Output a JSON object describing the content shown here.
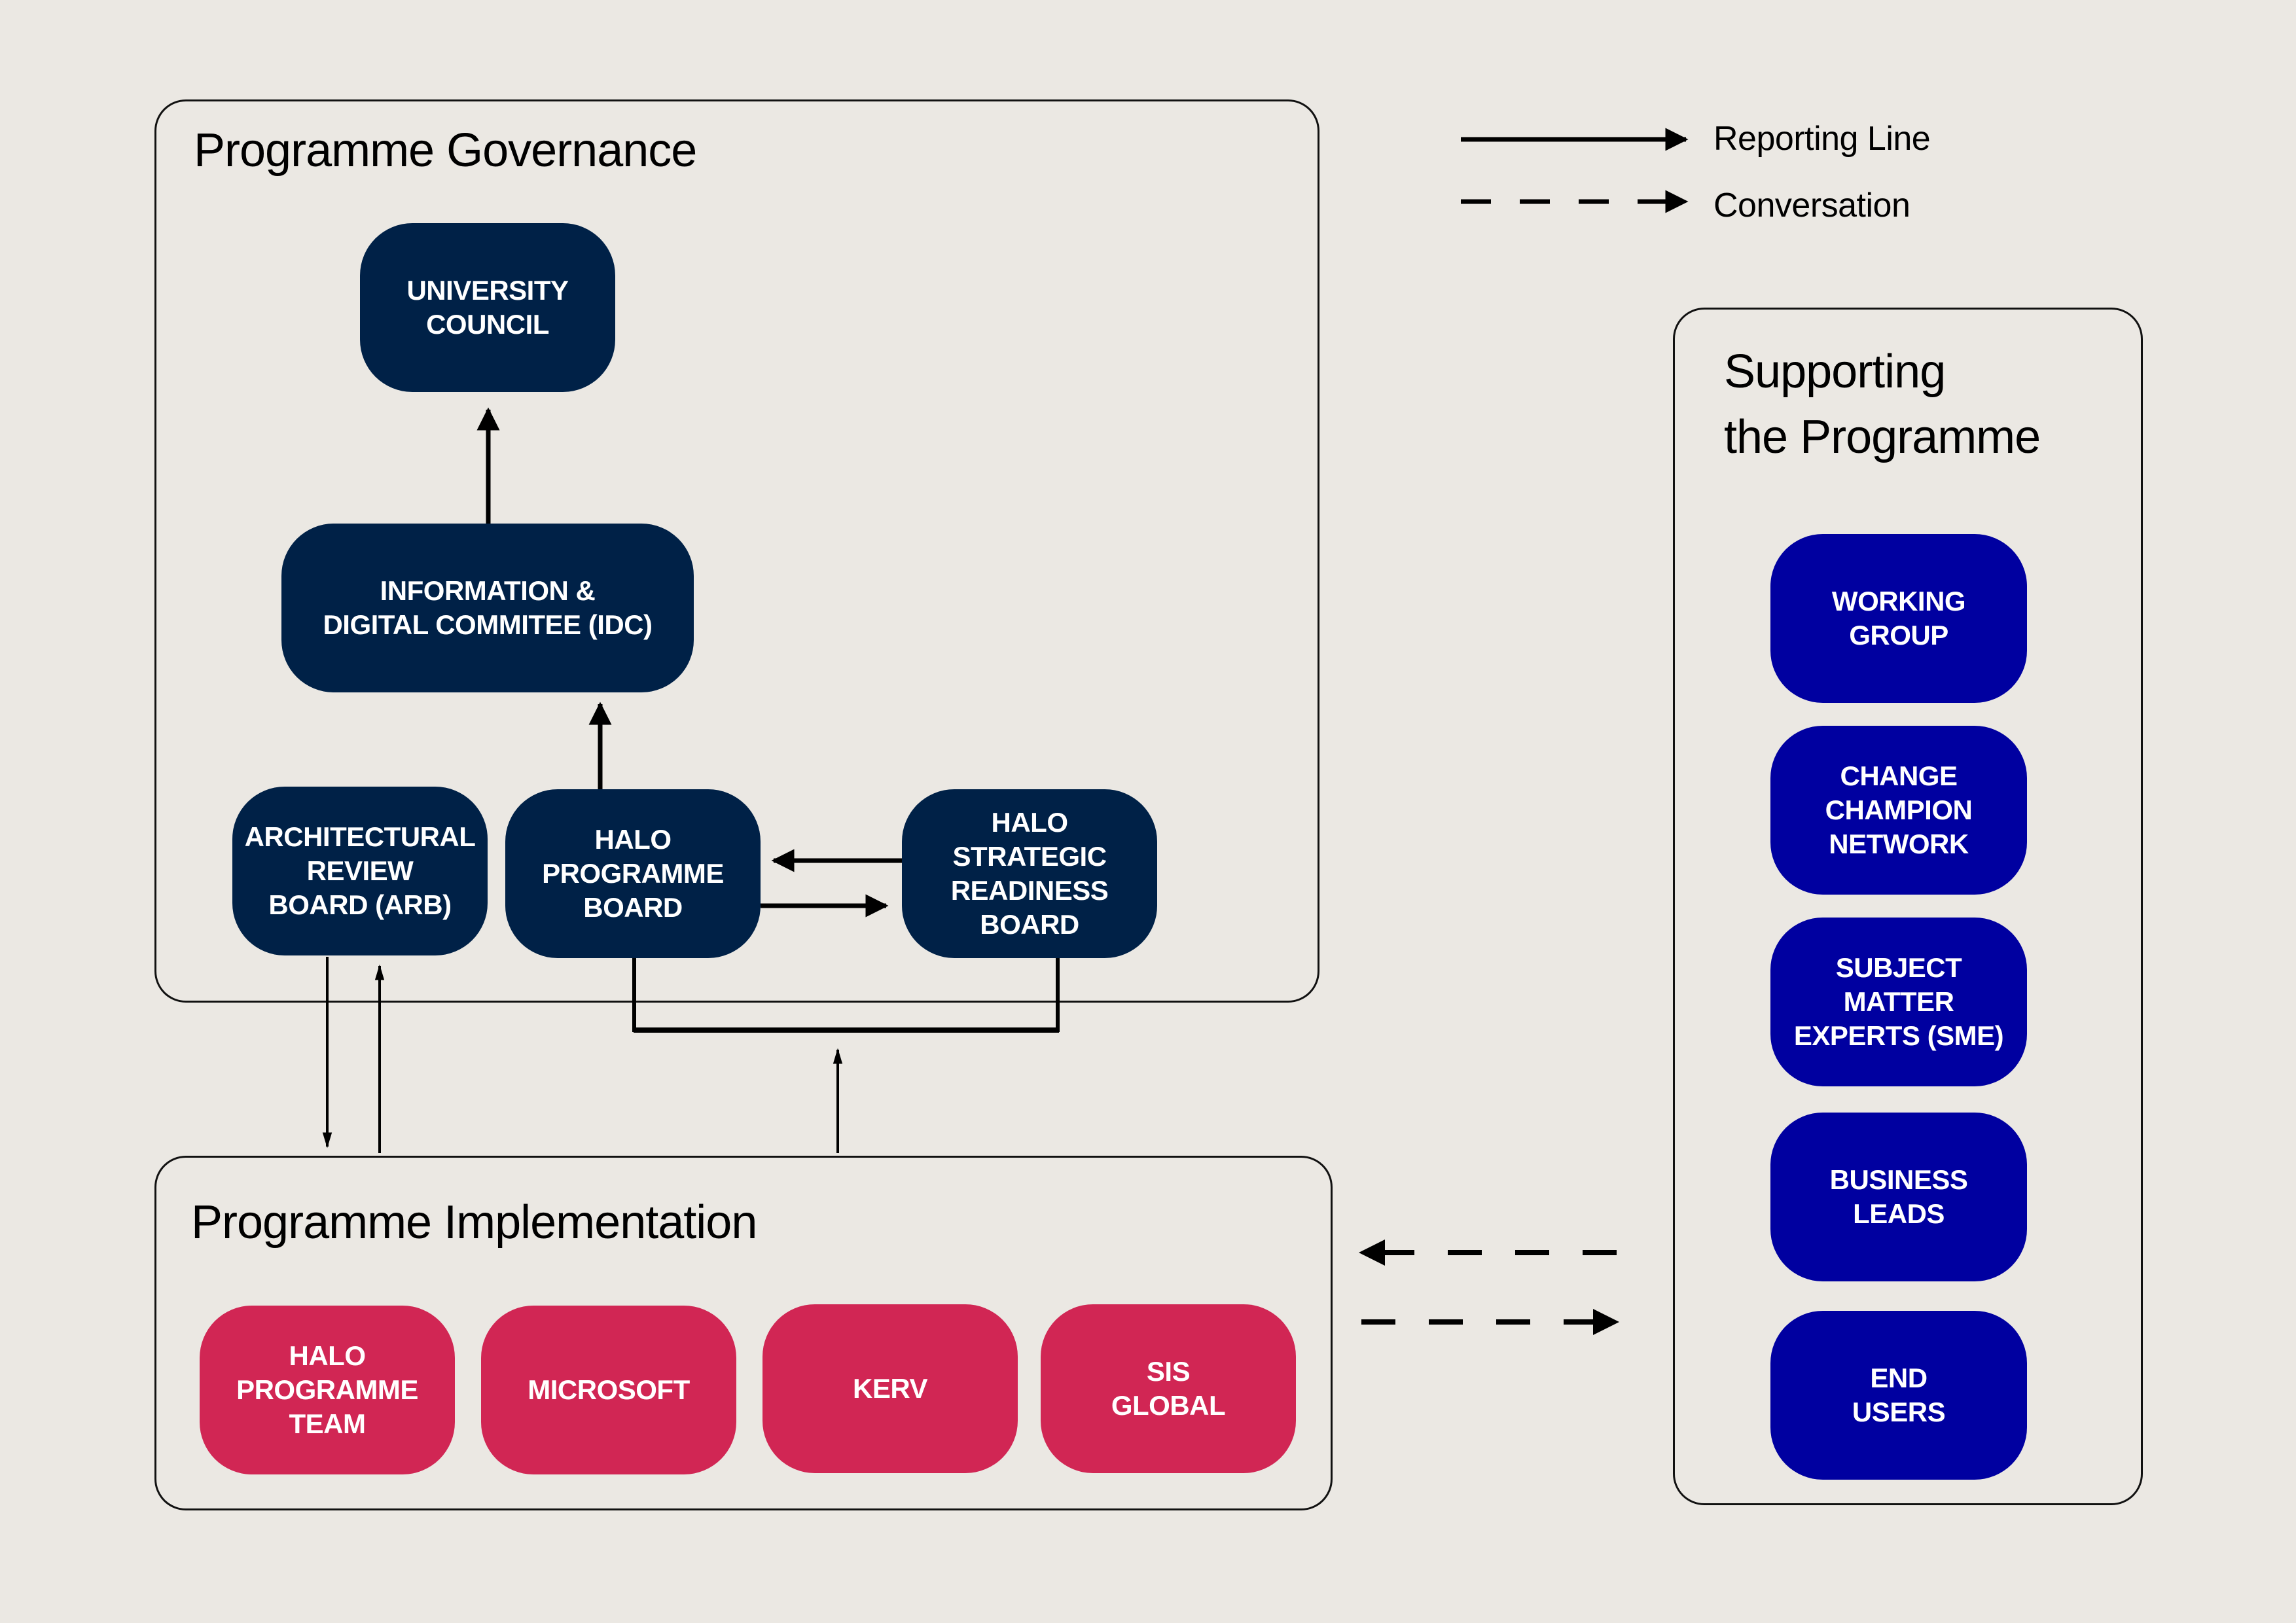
{
  "legend": {
    "reporting_line": "Reporting Line",
    "conversation": "Conversation"
  },
  "colors": {
    "background": "#ebe8e3",
    "governance_node": "#002147",
    "supporting_node": "#0000a0",
    "implementation_node": "#d12654",
    "text_on_node": "#ffffff",
    "line": "#000000"
  },
  "governance": {
    "title": "Programme Governance",
    "nodes": {
      "university_council": "UNIVERSITY\nCOUNCIL",
      "idc": "INFORMATION &\nDIGITAL COMMITEE (IDC)",
      "arb": "ARCHITECTURAL\nREVIEW\nBOARD (ARB)",
      "halo_programme_board": "HALO\nPROGRAMME\nBOARD",
      "halo_strategic_readiness_board": "HALO\nSTRATEGIC\nREADINESS\nBOARD"
    }
  },
  "implementation": {
    "title": "Programme Implementation",
    "nodes": [
      "HALO\nPROGRAMME\nTEAM",
      "MICROSOFT",
      "KERV",
      "SIS\nGLOBAL"
    ]
  },
  "supporting": {
    "title": "Supporting\nthe Programme",
    "nodes": [
      "WORKING\nGROUP",
      "CHANGE\nCHAMPION\nNETWORK",
      "SUBJECT\nMATTER\nEXPERTS (SME)",
      "BUSINESS\nLEADS",
      "END\nUSERS"
    ]
  },
  "connections": [
    {
      "from": "idc",
      "to": "university_council",
      "type": "reporting"
    },
    {
      "from": "halo_programme_board",
      "to": "idc",
      "type": "reporting"
    },
    {
      "from": "halo_strategic_readiness_board",
      "to": "halo_programme_board",
      "type": "reporting"
    },
    {
      "from": "halo_programme_board",
      "to": "halo_strategic_readiness_board",
      "type": "reporting"
    },
    {
      "from": "arb",
      "to": "implementation",
      "type": "reporting"
    },
    {
      "from": "implementation",
      "to": "arb",
      "type": "reporting"
    },
    {
      "from": "implementation",
      "to": "halo_boards",
      "type": "reporting"
    },
    {
      "from": "supporting",
      "to": "implementation",
      "type": "conversation"
    },
    {
      "from": "implementation",
      "to": "supporting",
      "type": "conversation"
    }
  ]
}
